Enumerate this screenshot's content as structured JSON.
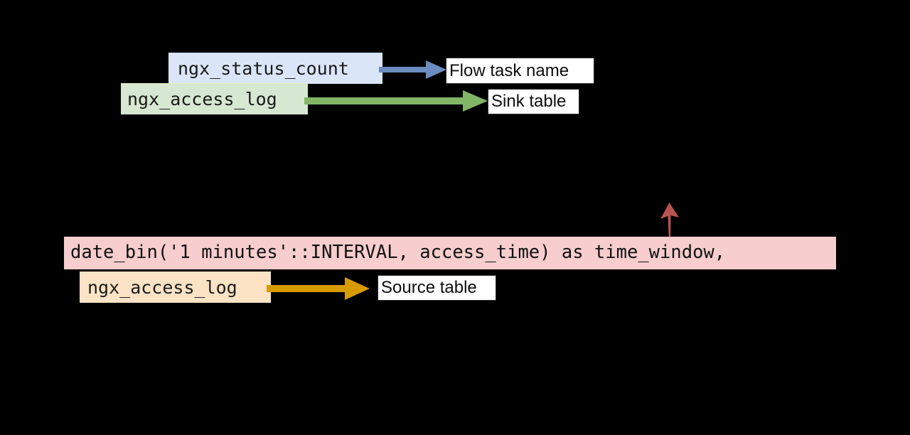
{
  "diagram": {
    "title": "Flow task SQL annotation diagram",
    "background_color": "#000000",
    "nodes": [
      {
        "id": "ngx_status_count",
        "text": "ngx_status_count",
        "fill": "#dae5f7",
        "kind": "highlighted-identifier"
      },
      {
        "id": "ngx_access_log_sink",
        "text": "ngx_access_log",
        "fill": "#d6e7d2",
        "kind": "highlighted-identifier"
      },
      {
        "id": "ngx_access_log_source",
        "text": "ngx_access_log",
        "fill": "#fce3c6",
        "kind": "highlighted-identifier"
      },
      {
        "id": "code_line",
        "text": "date_bin('1 minutes'::INTERVAL, access_time) as time_window, ",
        "fill": "#f7cdcd",
        "kind": "highlighted-sql-expression"
      }
    ],
    "labels": [
      {
        "id": "flow_task_name",
        "text": "Flow task name"
      },
      {
        "id": "sink_table",
        "text": "Sink table"
      },
      {
        "id": "source_table",
        "text": "Source table"
      }
    ],
    "arrows": [
      {
        "id": "blue_arrow",
        "from": "ngx_status_count",
        "to": "flow_task_name",
        "color": "#6b8cc0",
        "direction": "right"
      },
      {
        "id": "green_arrow",
        "from": "ngx_access_log_sink",
        "to": "sink_table",
        "color": "#83b566",
        "direction": "right"
      },
      {
        "id": "orange_arrow",
        "from": "ngx_access_log_source",
        "to": "source_table",
        "color": "#d79b00",
        "direction": "right"
      },
      {
        "id": "red_arrow",
        "from": "",
        "to": "code_line",
        "color": "#b85450",
        "direction": "up"
      }
    ]
  }
}
